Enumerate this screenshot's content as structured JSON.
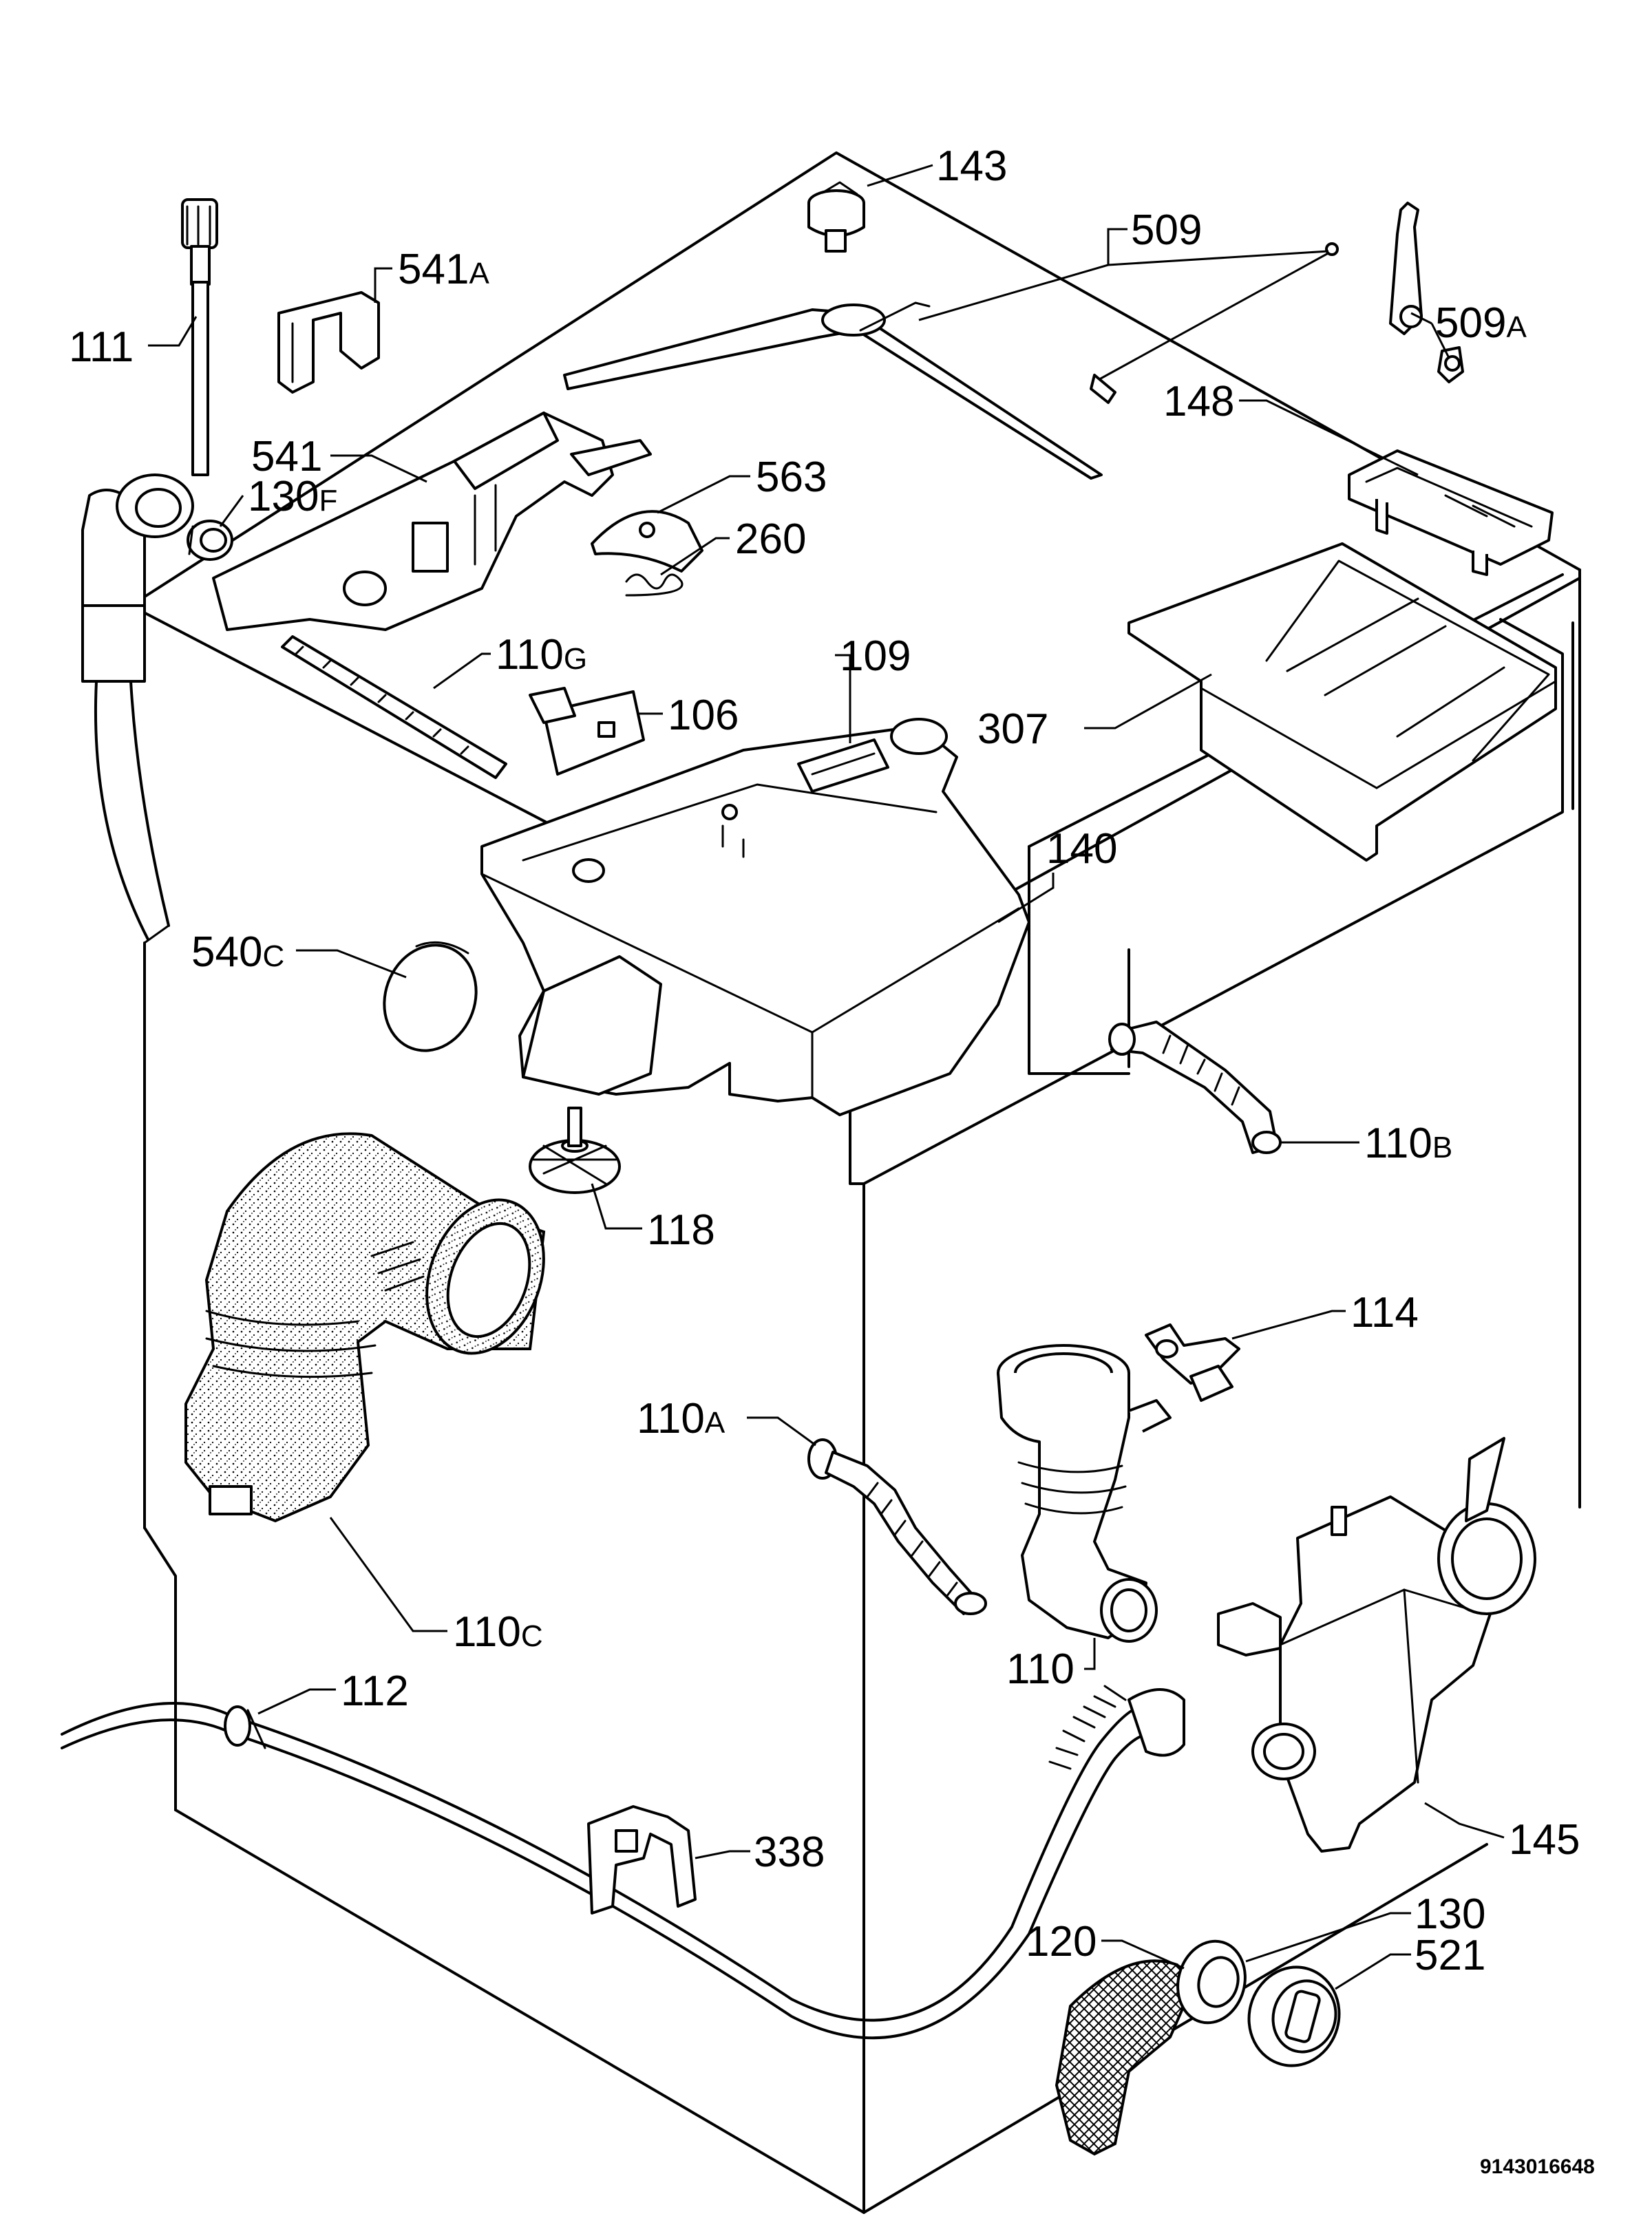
{
  "callouts": [
    {
      "id": "143",
      "num": "143",
      "suffix": ""
    },
    {
      "id": "509",
      "num": "509",
      "suffix": ""
    },
    {
      "id": "509a",
      "num": "509",
      "suffix": "A"
    },
    {
      "id": "541a",
      "num": "541",
      "suffix": "A"
    },
    {
      "id": "111",
      "num": "111",
      "suffix": ""
    },
    {
      "id": "541",
      "num": "541",
      "suffix": ""
    },
    {
      "id": "130f",
      "num": "130",
      "suffix": "F"
    },
    {
      "id": "563",
      "num": "563",
      "suffix": ""
    },
    {
      "id": "260",
      "num": "260",
      "suffix": ""
    },
    {
      "id": "148",
      "num": "148",
      "suffix": ""
    },
    {
      "id": "110g",
      "num": "110",
      "suffix": "G"
    },
    {
      "id": "109",
      "num": "109",
      "suffix": ""
    },
    {
      "id": "106",
      "num": "106",
      "suffix": ""
    },
    {
      "id": "307",
      "num": "307",
      "suffix": ""
    },
    {
      "id": "140",
      "num": "140",
      "suffix": ""
    },
    {
      "id": "540c",
      "num": "540",
      "suffix": "C"
    },
    {
      "id": "110b",
      "num": "110",
      "suffix": "B"
    },
    {
      "id": "118",
      "num": "118",
      "suffix": ""
    },
    {
      "id": "114",
      "num": "114",
      "suffix": ""
    },
    {
      "id": "110a",
      "num": "110",
      "suffix": "A"
    },
    {
      "id": "110c",
      "num": "110",
      "suffix": "C"
    },
    {
      "id": "110",
      "num": "110",
      "suffix": ""
    },
    {
      "id": "112",
      "num": "112",
      "suffix": ""
    },
    {
      "id": "338",
      "num": "338",
      "suffix": ""
    },
    {
      "id": "145",
      "num": "145",
      "suffix": ""
    },
    {
      "id": "130",
      "num": "130",
      "suffix": ""
    },
    {
      "id": "120",
      "num": "120",
      "suffix": ""
    },
    {
      "id": "521",
      "num": "521",
      "suffix": ""
    }
  ],
  "document_number": "9143016648"
}
